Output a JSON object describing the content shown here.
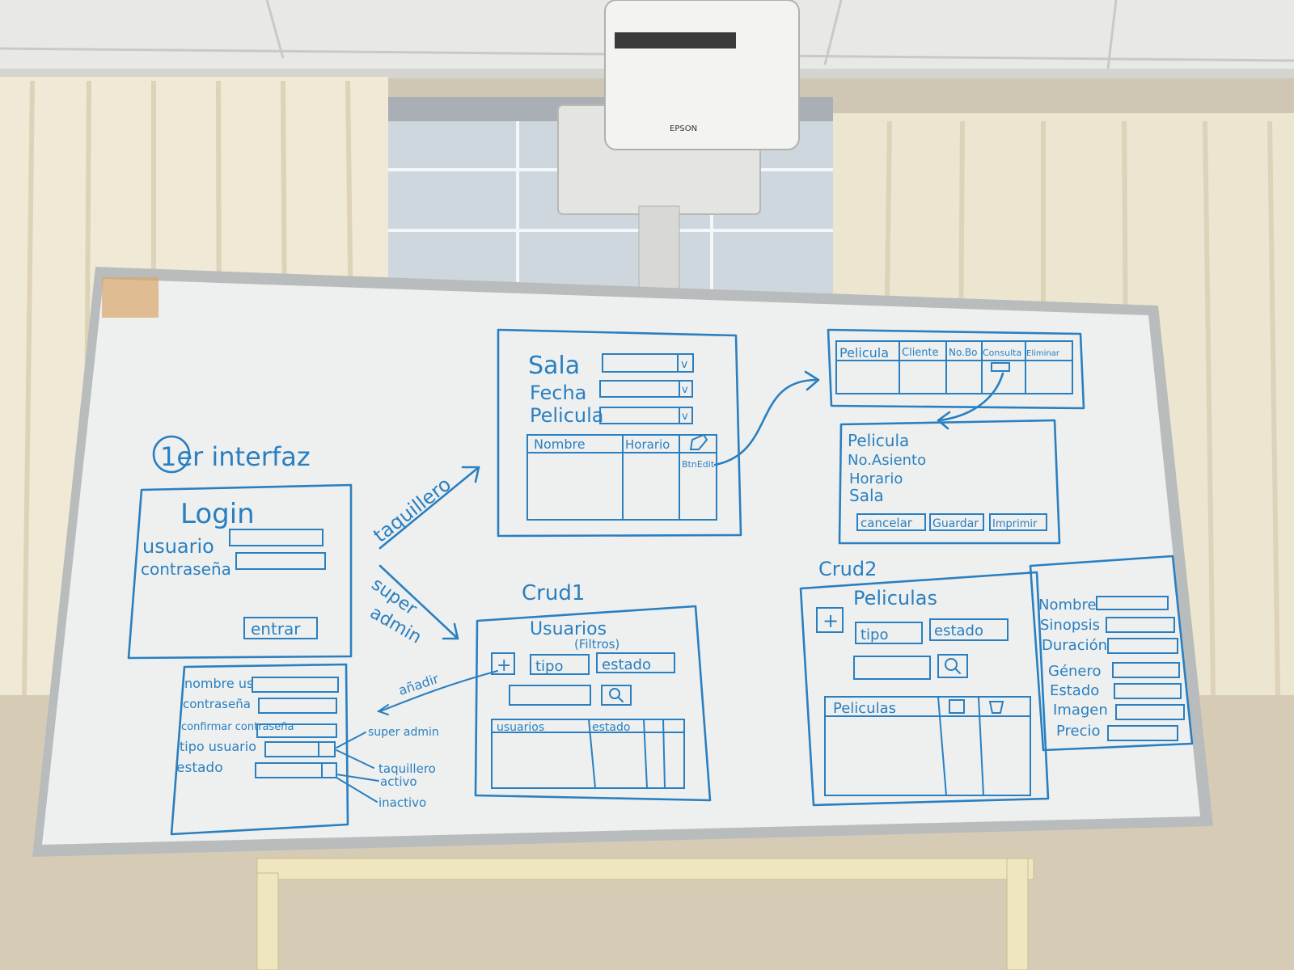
{
  "projector": {
    "brand": "EPSON"
  },
  "board": {
    "title": "1er interfaz",
    "login": {
      "heading": "Login",
      "user_label": "usuario",
      "password_label": "contraseña",
      "enter_button": "entrar"
    },
    "taquillero_arrow": "taquillero",
    "super_admin_arrow": [
      "super",
      "admin"
    ],
    "taquillero_screen": {
      "fields": [
        "Sala",
        "Fecha",
        "Pelicula"
      ],
      "dropdown_glyph": "v",
      "columns": [
        "Nombre",
        "Horario"
      ],
      "edit_caption": "BtnEdit"
    },
    "ticket_table": {
      "columns": [
        "Pelicula",
        "Cliente",
        "No.Bo",
        "Consulta",
        "Eliminar"
      ]
    },
    "ticket_detail": {
      "fields": [
        "Pelicula",
        "No.Asiento",
        "Horario",
        "Sala"
      ],
      "buttons": [
        "cancelar",
        "Guardar",
        "Imprimir"
      ]
    },
    "user_form": {
      "fields": [
        "nombre us",
        "contraseña",
        "confirmar contraseña",
        "tipo usuario",
        "estado"
      ],
      "tipo_options": [
        "super admin",
        "taquillero"
      ],
      "estado_options": [
        "activo",
        "inactivo"
      ]
    },
    "crud1": {
      "title": "Crud1",
      "heading": "Usuarios",
      "filters_note": "(Filtros)",
      "add_button": "+",
      "filter_tipo": "tipo",
      "filter_estado": "estado",
      "add_arrow": "añadir",
      "columns": [
        "usuarios",
        "estado"
      ]
    },
    "crud2": {
      "title": "Crud2",
      "heading": "Peliculas",
      "add_button": "+",
      "filter_tipo": "tipo",
      "filter_estado": "estado",
      "columns": [
        "Peliculas"
      ]
    },
    "movie_form": {
      "fields": [
        "Nombre",
        "Sinopsis",
        "Duración",
        "Género",
        "Estado",
        "Imagen",
        "Precio"
      ]
    }
  },
  "colors": {
    "marker": "#2a7fc0",
    "board": "#eef0ef",
    "frame": "#b9bcbd",
    "curtain": "#efe9d6"
  }
}
